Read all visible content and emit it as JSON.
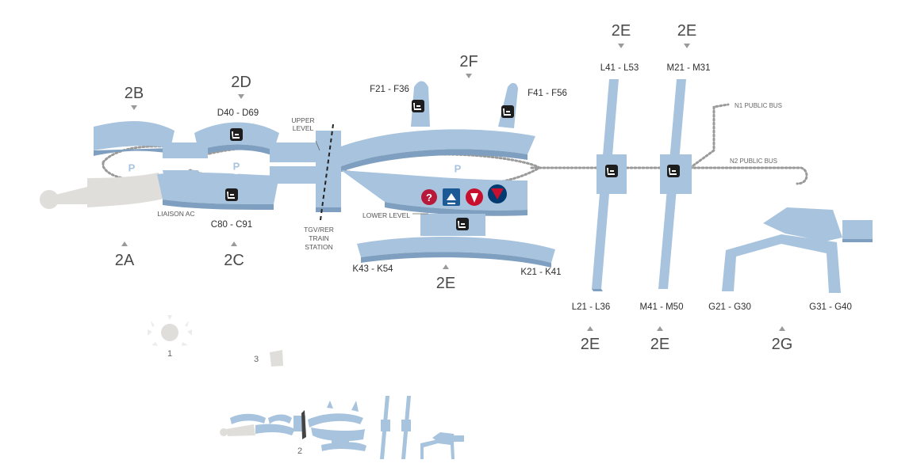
{
  "terminals": {
    "t2b": "2B",
    "t2d": "2D",
    "t2f": "2F",
    "t2e_l": "2E",
    "t2e_m": "2E",
    "t2a": "2A",
    "t2c": "2C",
    "t2e_k": "2E",
    "t2e_l_bottom": "2E",
    "t2e_m_bottom": "2E",
    "t2g": "2G"
  },
  "gates": {
    "d": "D40 - D69",
    "f_left": "F21 - F36",
    "f_right": "F41 - F56",
    "l_top": "L41 - L53",
    "m_top": "M21 - M31",
    "c": "C80 - C91",
    "k_left": "K43 - K54",
    "k_right": "K21 - K41",
    "l_bottom": "L21 - L36",
    "m_bottom": "M41 - M50",
    "g_left": "G21 - G30",
    "g_right": "G31 - G40"
  },
  "labels": {
    "upper_level_1": "UPPER",
    "upper_level_2": "LEVEL",
    "lower_level": "LOWER LEVEL",
    "liaison": "LIAISON AC",
    "tgv_1": "TGV/RER",
    "tgv_2": "TRAIN",
    "tgv_3": "STATION",
    "n1_bus": "N1 PUBLIC BUS",
    "n2_bus": "N2 PUBLIC BUS",
    "parking_symbol": "P",
    "info_symbol": "?"
  },
  "overview": {
    "terminal_1": "1",
    "terminal_2": "2",
    "terminal_3": "3"
  },
  "colors": {
    "building": "#a7c3dd",
    "building_shadow": "#7e9fbf",
    "info_red": "#b8193a",
    "baggage_blue": "#1c5a96",
    "airline_red": "#c8102e",
    "airline_navy": "#003a70"
  },
  "icons": [
    "seat-icon",
    "parking-icon",
    "info-icon",
    "baggage-icon",
    "airline-logo-icon"
  ]
}
